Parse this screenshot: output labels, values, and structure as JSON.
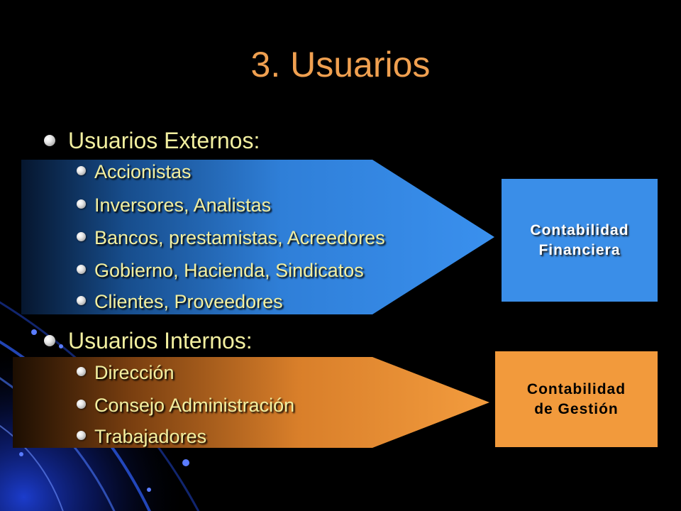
{
  "slide": {
    "title": "3. Usuarios",
    "external": {
      "heading": "Usuarios Externos:",
      "items": [
        "Accionistas",
        "Inversores, Analistas",
        "Bancos, prestamistas, Acreedores",
        "Gobierno, Hacienda, Sindicatos",
        "Clientes, Proveedores"
      ],
      "box": {
        "line1": "Contabilidad",
        "line2": "Financiera"
      }
    },
    "internal": {
      "heading": "Usuarios Internos:",
      "items": [
        "Dirección",
        "Consejo Administración",
        "Trabajadores"
      ],
      "box": {
        "line1": "Contabilidad",
        "line2": "de Gestión"
      }
    }
  },
  "colors": {
    "background": "#000000",
    "title": "#F0A050",
    "text": "#F2EFA0",
    "blue_arrow": "#3A8EE8",
    "orange_arrow": "#F29A3C",
    "blue_box": "#3A8EE8",
    "orange_box": "#F29A3C"
  }
}
